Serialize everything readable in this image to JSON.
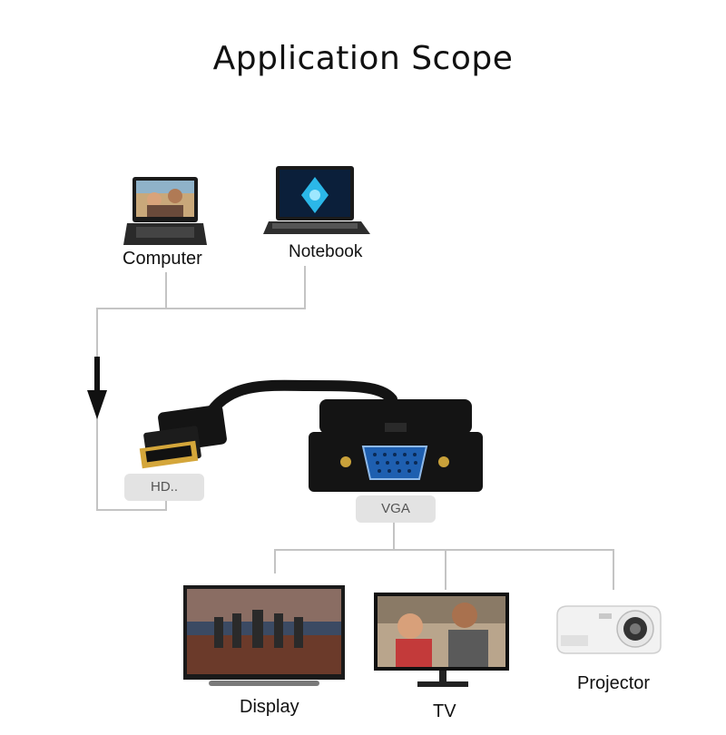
{
  "title": "Application Scope",
  "sources": {
    "computer_label": "Computer",
    "notebook_label": "Notebook"
  },
  "adapter": {
    "hdmi_label": "HD..",
    "vga_label": "VGA"
  },
  "outputs": {
    "display_label": "Display",
    "tv_label": "TV",
    "projector_label": "Projector"
  },
  "colors": {
    "connector_line": "#c4c4c4",
    "arrow": "#111111",
    "adapter_body": "#141414",
    "vga_port": "#1e5fb0",
    "hdmi_gold": "#d4a63a",
    "pill_bg": "#e3e3e3"
  },
  "icons": {
    "computer": "laptop-icon",
    "notebook": "notebook-icon",
    "display": "monitor-icon",
    "tv": "tv-icon",
    "projector": "projector-icon",
    "arrow": "down-arrow-icon"
  }
}
